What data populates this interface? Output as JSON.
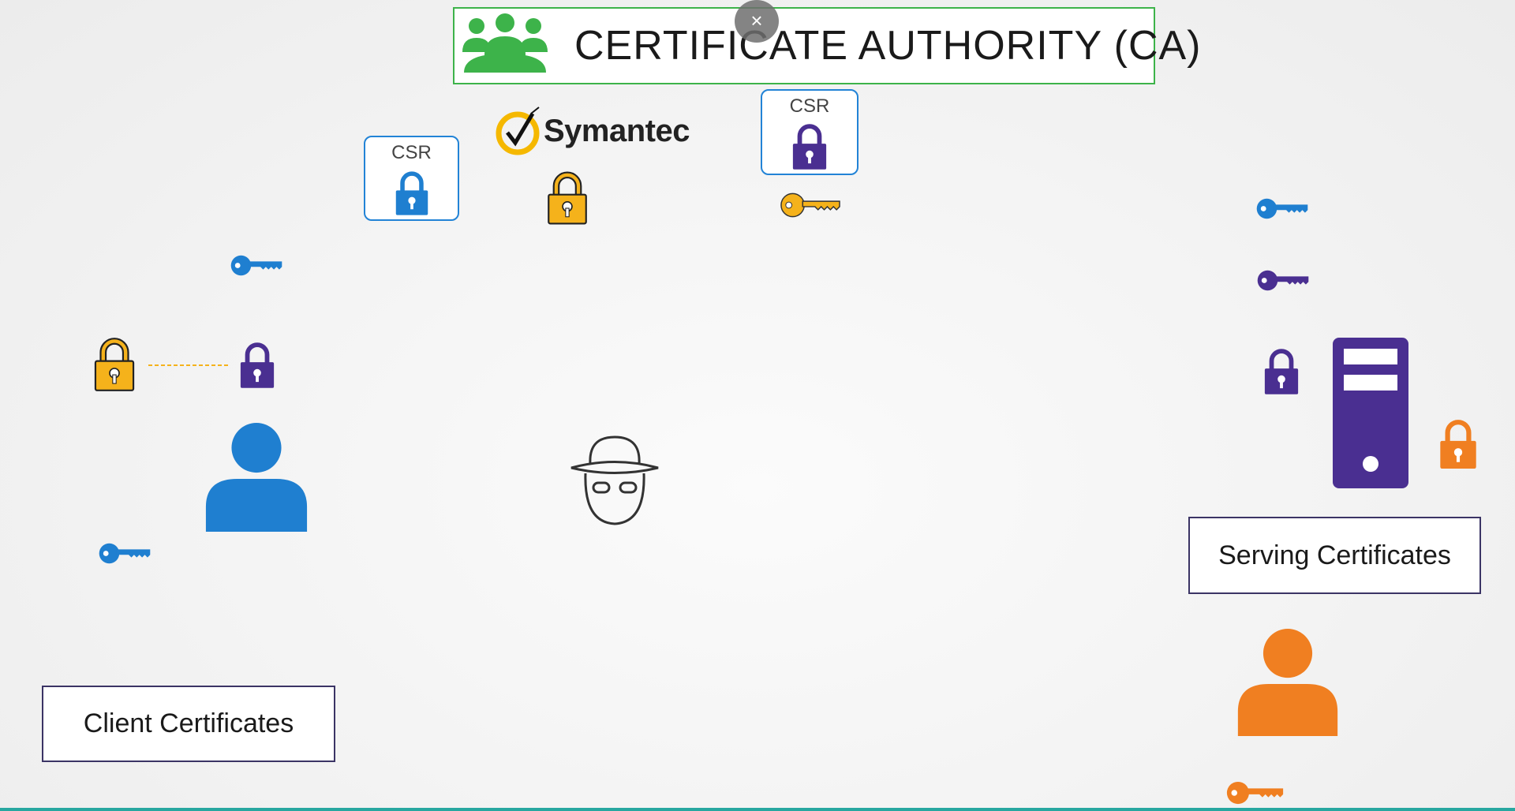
{
  "ca": {
    "title": "CERTIFICATE AUTHORITY (CA)",
    "icon": "group-icon",
    "color": "#3db34a"
  },
  "overlay": {
    "close_label": "×"
  },
  "csr_left": {
    "label": "CSR",
    "lock_color": "#1f7fd0"
  },
  "csr_right": {
    "label": "CSR",
    "lock_color": "#4a2f91"
  },
  "symantec": {
    "name": "Symantec",
    "check_color": "#f5b800"
  },
  "client": {
    "label": "Client Certificates",
    "user_color": "#1f7fd0"
  },
  "server": {
    "label": "Serving Certificates",
    "server_color": "#4a2f91",
    "user_color": "#f07f21"
  },
  "hacker": {
    "icon": "hacker-icon"
  },
  "colors": {
    "blue": "#1f7fd0",
    "purple": "#4a2f91",
    "gold": "#f5b21b",
    "orange": "#f07f21",
    "teal": "#27a7a0"
  }
}
